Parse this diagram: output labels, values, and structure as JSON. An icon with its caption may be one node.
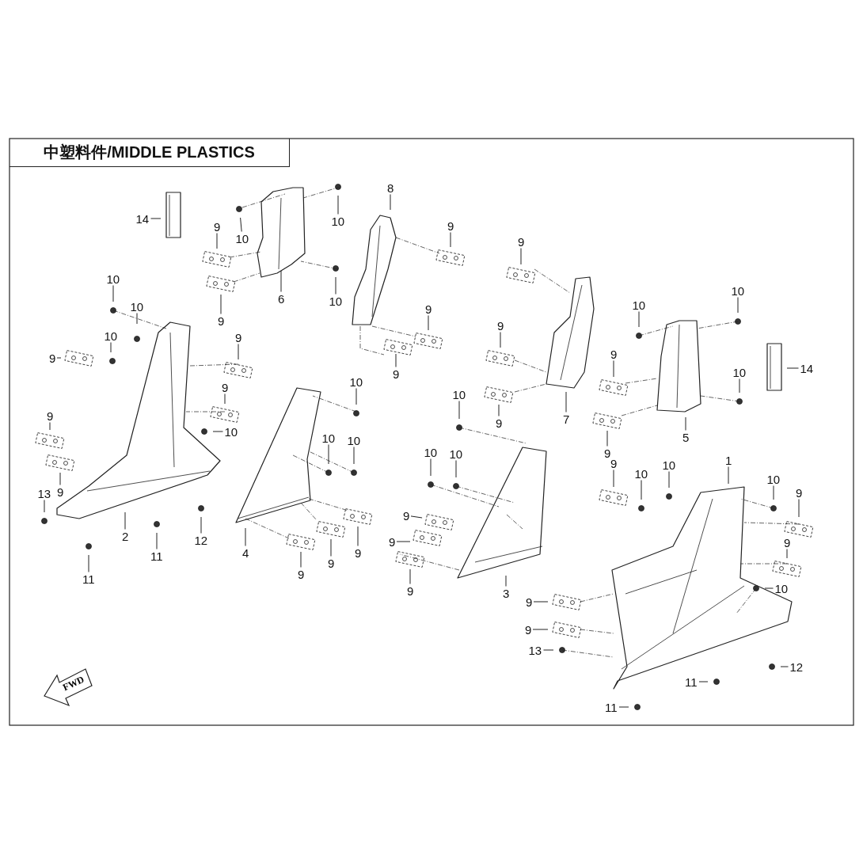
{
  "diagram": {
    "title": "中塑料件/MIDDLE PLASTICS",
    "nodes": [
      {
        "text": [
          "14"
        ]
      },
      {
        "text": [
          "10"
        ]
      },
      {
        "text": [
          "10"
        ]
      },
      {
        "text": [
          "9"
        ]
      },
      {
        "text": [
          "9"
        ]
      },
      {
        "text": [
          "6"
        ]
      },
      {
        "text": [
          "10"
        ]
      },
      {
        "text": [
          "8"
        ]
      },
      {
        "text": [
          "9"
        ]
      },
      {
        "text": [
          "9"
        ]
      },
      {
        "text": [
          "9"
        ]
      },
      {
        "text": [
          "10"
        ]
      },
      {
        "text": [
          "10"
        ]
      },
      {
        "text": [
          "10"
        ]
      },
      {
        "text": [
          "9"
        ]
      },
      {
        "text": [
          "9"
        ]
      },
      {
        "text": [
          "9"
        ]
      },
      {
        "text": [
          "10"
        ]
      },
      {
        "text": [
          "9"
        ]
      },
      {
        "text": [
          "9"
        ]
      },
      {
        "text": [
          "13"
        ]
      },
      {
        "text": [
          "2"
        ]
      },
      {
        "text": [
          "11"
        ]
      },
      {
        "text": [
          "12"
        ]
      },
      {
        "text": [
          "11"
        ]
      },
      {
        "text": [
          "10"
        ]
      },
      {
        "text": [
          "10"
        ]
      },
      {
        "text": [
          "10"
        ]
      },
      {
        "text": [
          "4"
        ]
      },
      {
        "text": [
          "9"
        ]
      },
      {
        "text": [
          "9"
        ]
      },
      {
        "text": [
          "9"
        ]
      },
      {
        "text": [
          "10"
        ]
      },
      {
        "text": [
          "10"
        ]
      },
      {
        "text": [
          "10"
        ]
      },
      {
        "text": [
          "9"
        ]
      },
      {
        "text": [
          "9"
        ]
      },
      {
        "text": [
          "9"
        ]
      },
      {
        "text": [
          "3"
        ]
      },
      {
        "text": [
          "9"
        ]
      },
      {
        "text": [
          "9"
        ]
      },
      {
        "text": [
          "9"
        ]
      },
      {
        "text": [
          "7"
        ]
      },
      {
        "text": [
          "10"
        ]
      },
      {
        "text": [
          "10"
        ]
      },
      {
        "text": [
          "9"
        ]
      },
      {
        "text": [
          "10"
        ]
      },
      {
        "text": [
          "14"
        ]
      },
      {
        "text": [
          "9"
        ]
      },
      {
        "text": [
          "5"
        ]
      },
      {
        "text": [
          "9"
        ]
      },
      {
        "text": [
          "10"
        ]
      },
      {
        "text": [
          "10"
        ]
      },
      {
        "text": [
          "1"
        ]
      },
      {
        "text": [
          "10"
        ]
      },
      {
        "text": [
          "9"
        ]
      },
      {
        "text": [
          "9"
        ]
      },
      {
        "text": [
          "10"
        ]
      },
      {
        "text": [
          "9"
        ]
      },
      {
        "text": [
          "9"
        ]
      },
      {
        "text": [
          "13"
        ]
      },
      {
        "text": [
          "12"
        ]
      },
      {
        "text": [
          "11"
        ]
      },
      {
        "text": [
          "11"
        ]
      }
    ],
    "edges": [
      {
        "from": 0,
        "to": null,
        "arrow": "none"
      },
      {
        "from": 1,
        "to": null,
        "arrow": "none"
      },
      {
        "from": 2,
        "to": null,
        "arrow": "none"
      },
      {
        "from": 3,
        "to": null,
        "arrow": "none"
      },
      {
        "from": 4,
        "to": null,
        "arrow": "none"
      },
      {
        "from": 5,
        "to": null,
        "arrow": "none"
      },
      {
        "from": 6,
        "to": null,
        "arrow": "none"
      },
      {
        "from": 7,
        "to": null,
        "arrow": "none"
      },
      {
        "from": 8,
        "to": null,
        "arrow": "none"
      },
      {
        "from": 9,
        "to": null,
        "arrow": "none"
      },
      {
        "from": 10,
        "to": null,
        "arrow": "none"
      },
      {
        "from": 11,
        "to": null,
        "arrow": "none"
      },
      {
        "from": 12,
        "to": null,
        "arrow": "none"
      },
      {
        "from": 13,
        "to": null,
        "arrow": "none"
      },
      {
        "from": 14,
        "to": null,
        "arrow": "none"
      },
      {
        "from": 15,
        "to": null,
        "arrow": "none"
      },
      {
        "from": 16,
        "to": null,
        "arrow": "none"
      },
      {
        "from": 17,
        "to": null,
        "arrow": "none"
      },
      {
        "from": 18,
        "to": null,
        "arrow": "none"
      },
      {
        "from": 19,
        "to": null,
        "arrow": "none"
      },
      {
        "from": 20,
        "to": null,
        "arrow": "none"
      },
      {
        "from": 21,
        "to": null,
        "arrow": "none"
      },
      {
        "from": 22,
        "to": null,
        "arrow": "none"
      },
      {
        "from": 23,
        "to": null,
        "arrow": "none"
      },
      {
        "from": 24,
        "to": null,
        "arrow": "none"
      },
      {
        "from": 25,
        "to": null,
        "arrow": "none"
      },
      {
        "from": 26,
        "to": null,
        "arrow": "none"
      },
      {
        "from": 27,
        "to": null,
        "arrow": "none"
      },
      {
        "from": 28,
        "to": null,
        "arrow": "none"
      },
      {
        "from": 29,
        "to": null,
        "arrow": "none"
      },
      {
        "from": 30,
        "to": null,
        "arrow": "none"
      },
      {
        "from": 31,
        "to": null,
        "arrow": "none"
      },
      {
        "from": 32,
        "to": null,
        "arrow": "none"
      },
      {
        "from": 33,
        "to": null,
        "arrow": "none"
      },
      {
        "from": 34,
        "to": null,
        "arrow": "none"
      },
      {
        "from": 35,
        "to": null,
        "arrow": "none"
      },
      {
        "from": 36,
        "to": null,
        "arrow": "none"
      },
      {
        "from": 37,
        "to": null,
        "arrow": "none"
      },
      {
        "from": 38,
        "to": null,
        "arrow": "none"
      },
      {
        "from": 39,
        "to": null,
        "arrow": "none"
      },
      {
        "from": 40,
        "to": null,
        "arrow": "none"
      },
      {
        "from": 41,
        "to": null,
        "arrow": "none"
      },
      {
        "from": 42,
        "to": null,
        "arrow": "none"
      },
      {
        "from": 43,
        "to": null,
        "arrow": "none"
      },
      {
        "from": 44,
        "to": null,
        "arrow": "none"
      },
      {
        "from": 45,
        "to": null,
        "arrow": "none"
      },
      {
        "from": 46,
        "to": null,
        "arrow": "none"
      },
      {
        "from": 47,
        "to": null,
        "arrow": "none"
      },
      {
        "from": 48,
        "to": null,
        "arrow": "none"
      },
      {
        "from": 49,
        "to": null,
        "arrow": "none"
      },
      {
        "from": 50,
        "to": null,
        "arrow": "none"
      },
      {
        "from": 51,
        "to": null,
        "arrow": "none"
      },
      {
        "from": 52,
        "to": null,
        "arrow": "none"
      },
      {
        "from": 53,
        "to": null,
        "arrow": "none"
      },
      {
        "from": 54,
        "to": null,
        "arrow": "none"
      },
      {
        "from": 55,
        "to": null,
        "arrow": "none"
      },
      {
        "from": 56,
        "to": null,
        "arrow": "none"
      },
      {
        "from": 57,
        "to": null,
        "arrow": "none"
      },
      {
        "from": 58,
        "to": null,
        "arrow": "none"
      },
      {
        "from": 59,
        "to": null,
        "arrow": "none"
      },
      {
        "from": 60,
        "to": null,
        "arrow": "none"
      },
      {
        "from": 61,
        "to": null,
        "arrow": "none"
      },
      {
        "from": 62,
        "to": null,
        "arrow": "none"
      },
      {
        "from": 63,
        "to": null,
        "arrow": "none"
      }
    ],
    "labels": [
      "FWD"
    ]
  }
}
